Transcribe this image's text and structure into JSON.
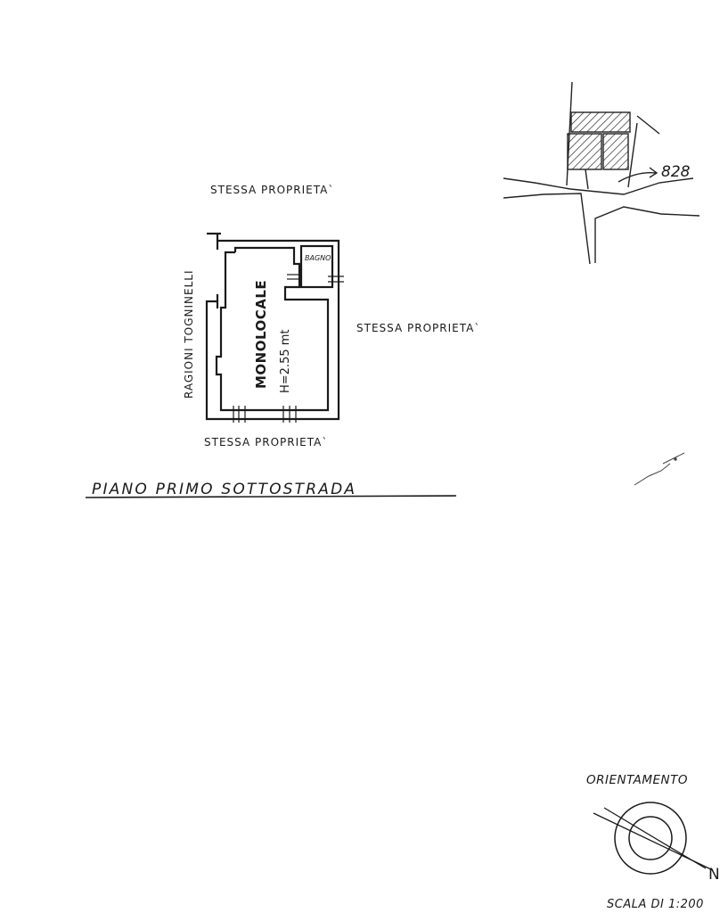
{
  "plan": {
    "neighbour_top": "STESSA PROPRIETA`",
    "neighbour_right": "STESSA PROPRIETA`",
    "neighbour_bottom": "STESSA PROPRIETA`",
    "neighbour_left": "RAGIONI TOGNINELLI",
    "room_name": "MONOLOCALE",
    "room_height": "H=2.55 mt",
    "bathroom_label": "BAGNO"
  },
  "floor_title": "PIANO PRIMO SOTTOSTRADA",
  "location_map": {
    "parcel_number": "828"
  },
  "legend": {
    "orientation_label": "ORIENTAMENTO",
    "north_label": "N",
    "scale_label": "SCALA DI 1:200"
  }
}
